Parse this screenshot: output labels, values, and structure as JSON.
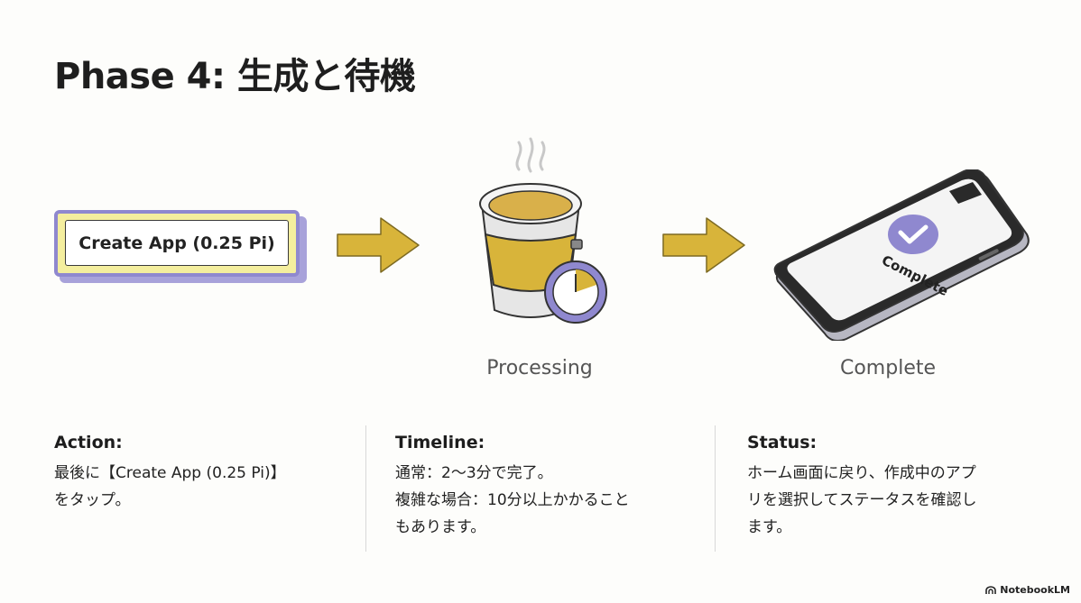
{
  "title": "Phase 4: 生成と待機",
  "step1": {
    "button_label": "Create App (0.25 Pi)"
  },
  "step2": {
    "caption": "Processing"
  },
  "step3": {
    "caption": "Complete",
    "screen_text": "Complete"
  },
  "columns": [
    {
      "heading": "Action:",
      "lines": [
        "最後に【Create App (0.25 Pi)】",
        "をタップ。"
      ]
    },
    {
      "heading": "Timeline:",
      "lines": [
        "通常：2〜3分で完了。",
        "複雑な場合：10分以上かかること",
        "もあります。"
      ]
    },
    {
      "heading": "Status:",
      "lines": [
        "ホーム画面に戻り、作成中のアプ",
        "リを選択してステータスを確認し",
        "ます。"
      ]
    }
  ],
  "brand": "NotebookLM",
  "colors": {
    "accent_gold": "#d8b43a",
    "accent_purple": "#8f88cf",
    "coffee": "#d9b04a"
  }
}
